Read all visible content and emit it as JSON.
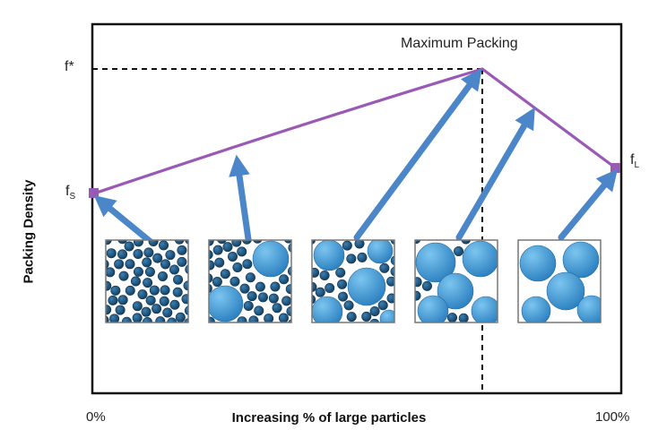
{
  "diagram": {
    "y_axis_label": "Packing Density",
    "x_axis_label": "Increasing % of large particles",
    "x_start_label": "0%",
    "x_end_label": "100%",
    "peak_label": "Maximum Packing",
    "peak_value_label": "f*",
    "small_label": {
      "base": "f",
      "sub": "S"
    },
    "large_label": {
      "base": "f",
      "sub": "L"
    },
    "colors": {
      "curve": "#9b59b6",
      "arrow": "#4a86c8",
      "particle_small": "#1f5a85",
      "particle_large": "#4aa2dc",
      "frame": "#111111"
    },
    "panels": [
      {
        "name": "panel-all-small"
      },
      {
        "name": "panel-few-large"
      },
      {
        "name": "panel-half-mix"
      },
      {
        "name": "panel-mostly-large"
      },
      {
        "name": "panel-all-large"
      }
    ]
  }
}
